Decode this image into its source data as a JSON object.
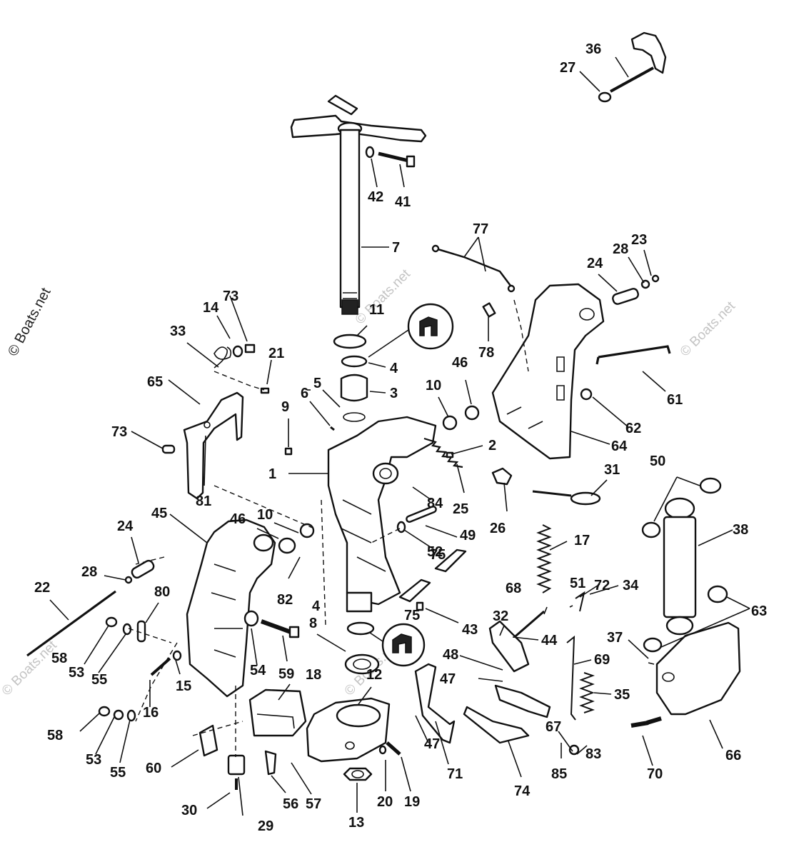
{
  "watermark": {
    "side_text": "© Boats.net",
    "tile_text": "© Boats.net"
  },
  "callouts": [
    "1",
    "2",
    "3",
    "4",
    "4",
    "5",
    "6",
    "7",
    "8",
    "9",
    "10",
    "10",
    "11",
    "12",
    "13",
    "14",
    "15",
    "16",
    "17",
    "18",
    "19",
    "20",
    "21",
    "22",
    "23",
    "24",
    "24",
    "25",
    "26",
    "27",
    "28",
    "28",
    "29",
    "30",
    "31",
    "32",
    "33",
    "34",
    "35",
    "36",
    "37",
    "38",
    "41",
    "42",
    "43",
    "44",
    "45",
    "46",
    "46",
    "47",
    "47",
    "48",
    "49",
    "50",
    "51",
    "52",
    "53",
    "53",
    "54",
    "55",
    "55",
    "56",
    "57",
    "58",
    "58",
    "59",
    "60",
    "61",
    "62",
    "63",
    "64",
    "65",
    "66",
    "67",
    "68",
    "69",
    "70",
    "71",
    "72",
    "73",
    "73",
    "74",
    "75",
    "75",
    "77",
    "78",
    "80",
    "81",
    "82",
    "83",
    "84",
    "85"
  ]
}
